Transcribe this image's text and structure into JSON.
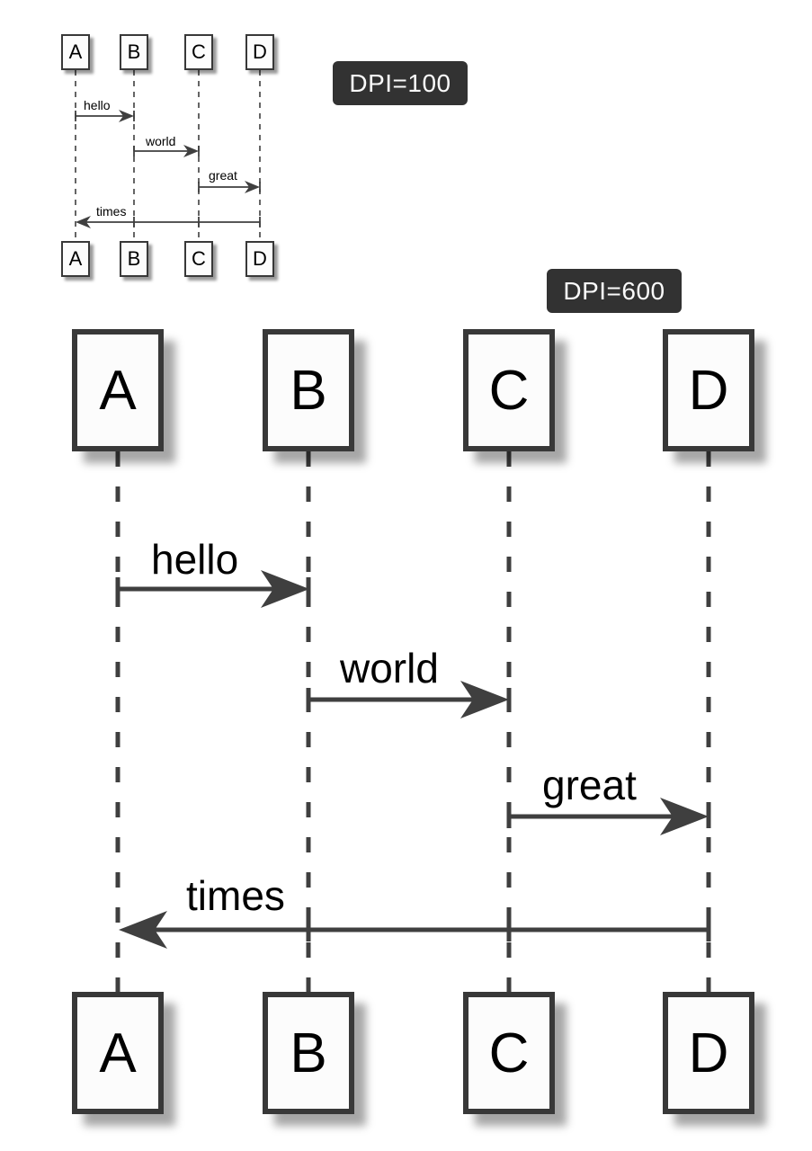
{
  "badges": {
    "small_label": "DPI=100",
    "large_label": "DPI=600"
  },
  "colors": {
    "background": "#ffffff",
    "line": "#3f3f3f",
    "box_border": "#383838",
    "box_fill": "#fcfcfc",
    "shadow": "#a0a0a0",
    "badge_bg": "#323232",
    "badge_text": "#fafafa",
    "label_text": "#000000"
  },
  "diagrams": {
    "small": {
      "participants": [
        {
          "label": "A"
        },
        {
          "label": "B"
        },
        {
          "label": "C"
        },
        {
          "label": "D"
        }
      ],
      "messages": [
        {
          "label": "hello",
          "from": "A",
          "to": "B"
        },
        {
          "label": "world",
          "from": "B",
          "to": "C"
        },
        {
          "label": "great",
          "from": "C",
          "to": "D"
        },
        {
          "label": "times",
          "from": "D",
          "to": "A"
        }
      ]
    },
    "large": {
      "participants": [
        {
          "label": "A"
        },
        {
          "label": "B"
        },
        {
          "label": "C"
        },
        {
          "label": "D"
        }
      ],
      "messages": [
        {
          "label": "hello",
          "from": "A",
          "to": "B"
        },
        {
          "label": "world",
          "from": "B",
          "to": "C"
        },
        {
          "label": "great",
          "from": "C",
          "to": "D"
        },
        {
          "label": "times",
          "from": "D",
          "to": "A"
        }
      ]
    }
  }
}
